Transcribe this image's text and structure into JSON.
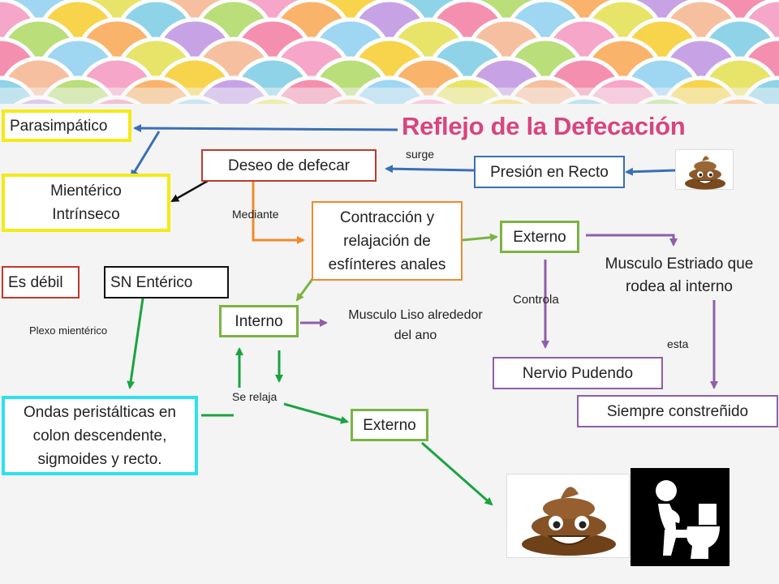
{
  "title": "Reflejo de la Defecación",
  "boxes": {
    "parasimpatico": "Parasimpático",
    "mienterico_line1": "Mientérico",
    "mienterico_line2": "Intrínseco",
    "deseo": "Deseo de defecar",
    "presion": "Presión en Recto",
    "contraccion_line1": "Contracción y",
    "contraccion_line2": "relajación de",
    "contraccion_line3": "esfínteres anales",
    "externo_top": "Externo",
    "es_debil": "Es débil",
    "sn_enterico": "SN Entérico",
    "interno": "Interno",
    "nervio": "Nervio Pudendo",
    "siempre": "Siempre constreñido",
    "ondas_line1": "Ondas peristálticas en",
    "ondas_line2": "colon descendente,",
    "ondas_line3": "sigmoides y recto.",
    "externo_bottom": "Externo"
  },
  "labels": {
    "surge": "surge",
    "mediante": "Mediante",
    "plexo": "Plexo mientérico",
    "controla": "Controla",
    "musculo_estriado_line1": "Musculo Estriado que",
    "musculo_estriado_line2": "rodea al interno",
    "musculo_liso_line1": "Musculo Liso alrededor",
    "musculo_liso_line2": "del ano",
    "esta": "esta",
    "se_relaja": "Se relaja"
  },
  "colors": {
    "yellow": "#f4ea17",
    "red": "#c0392b",
    "blue": "#3a6fb5",
    "orange": "#f08a2c",
    "green": "#7cb342",
    "purple": "#8e5fa8",
    "cyan": "#2fe0f0",
    "dark_green": "#1aa342",
    "title_pink": "#d9447f"
  },
  "icons": [
    "poop-emoji-icon",
    "poop-emoji-icon",
    "person-on-toilet-icon"
  ]
}
